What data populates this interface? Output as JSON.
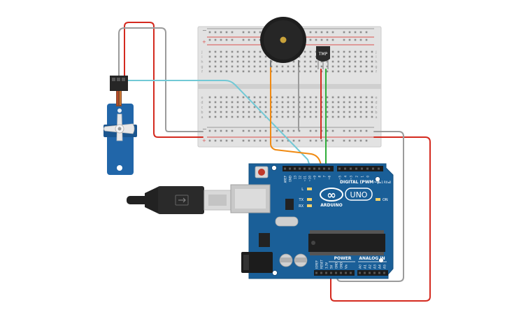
{
  "breadboard": {
    "row_letters_top": [
      "j",
      "i",
      "h",
      "g",
      "f"
    ],
    "row_letters_bottom": [
      "e",
      "d",
      "c",
      "b",
      "a"
    ],
    "rail_plus": "+",
    "rail_minus": "−"
  },
  "buzzer": {
    "name": "piezo-buzzer"
  },
  "sensor": {
    "label": "TMP"
  },
  "arduino": {
    "brand": "ARDUINO",
    "model": "UNO",
    "logo_symbol": "∞",
    "digital_label": "DIGITAL (PWM~)",
    "tx_rx_label": "TX▸1 RX◂0",
    "power_label": "POWER",
    "analog_label": "ANALOG IN",
    "on_label": "ON",
    "led_labels": [
      "L",
      "TX",
      "RX"
    ],
    "top_header_labels": [
      "AREF",
      "GND",
      "13",
      "12",
      "~11",
      "~10",
      "~9",
      "8",
      "7",
      "~6",
      "~5",
      "4",
      "~3",
      "2",
      "1",
      "0"
    ],
    "power_pin_labels": [
      "IOREF",
      "RESET",
      "3.3V",
      "5V",
      "GND",
      "GND",
      "Vin"
    ],
    "analog_pin_labels": [
      "A0",
      "A1",
      "A2",
      "A3",
      "A4",
      "A5"
    ]
  },
  "wire_colors": {
    "red": "#d42a1f",
    "gray": "#9b9b9b",
    "cyan": "#72c9d6",
    "orange": "#f08a12",
    "green": "#2fae3a",
    "board_blue": "#1a5f98",
    "servo_blue": "#2166a9"
  }
}
